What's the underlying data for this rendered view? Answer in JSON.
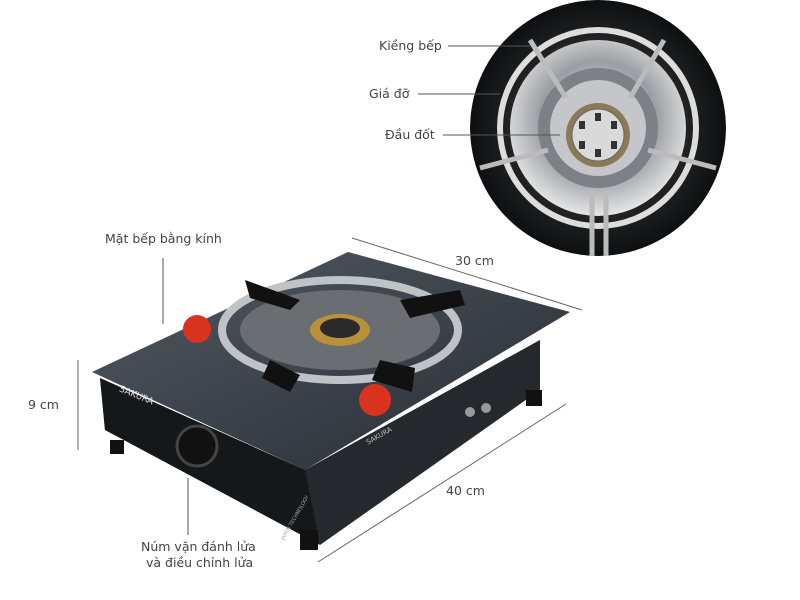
{
  "labels": {
    "grate": "Kiềng bếp",
    "support": "Giá đỡ",
    "burner": "Đầu đốt",
    "glass_top": "Mặt bếp bằng kính",
    "knob_line1": "Núm vặn đánh lửa",
    "knob_line2": "và điều chỉnh lửa"
  },
  "dimensions": {
    "depth": "30 cm",
    "height": "9 cm",
    "width": "40 cm"
  },
  "product": {
    "brand": "SAKURA",
    "brand_side": "SAKURA",
    "tagline": "JAPAN TECHNOLOGY"
  },
  "colors": {
    "glass": "#2b3138",
    "body": "#1c1f22",
    "steel": "#c9ccd0",
    "brass": "#b8913a",
    "label": "#444444",
    "badge": "#d9331f"
  }
}
